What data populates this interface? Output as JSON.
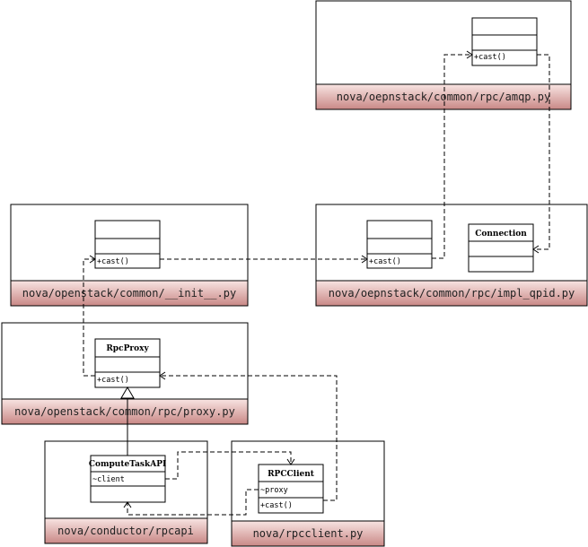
{
  "colors": {
    "band_top": "#f8e4e2",
    "band_bottom": "#c98886",
    "line": "#000000",
    "frame": "#000000",
    "background": "#ffffff"
  },
  "modules": {
    "amqp": {
      "label": "nova/oepnstack/common/rpc/amqp.py"
    },
    "init": {
      "label": "nova/openstack/common/__init__.py"
    },
    "impl_qpid": {
      "label": "nova/oepnstack/common/rpc/impl_qpid.py"
    },
    "proxy": {
      "label": "nova/openstack/common/rpc/proxy.py"
    },
    "rpcapi": {
      "label": "nova/conductor/rpcapi"
    },
    "rpcclient": {
      "label": "nova/rpcclient.py"
    }
  },
  "classes": {
    "amqp_cls": {
      "name": "",
      "members": [
        "+cast()"
      ]
    },
    "init_cls": {
      "name": "",
      "members": [
        "+cast()"
      ]
    },
    "qpid_cls": {
      "name": "",
      "members": [
        "+cast()"
      ]
    },
    "connection": {
      "name": "Connection",
      "members": []
    },
    "rpc_proxy": {
      "name": "RpcProxy",
      "members": [
        "+cast()"
      ]
    },
    "compute_task_api": {
      "name": "ComputeTaskAPI",
      "members": [
        "~client"
      ]
    },
    "rpc_client": {
      "name": "RPCClient",
      "members": [
        "~proxy",
        "+cast()"
      ]
    }
  }
}
